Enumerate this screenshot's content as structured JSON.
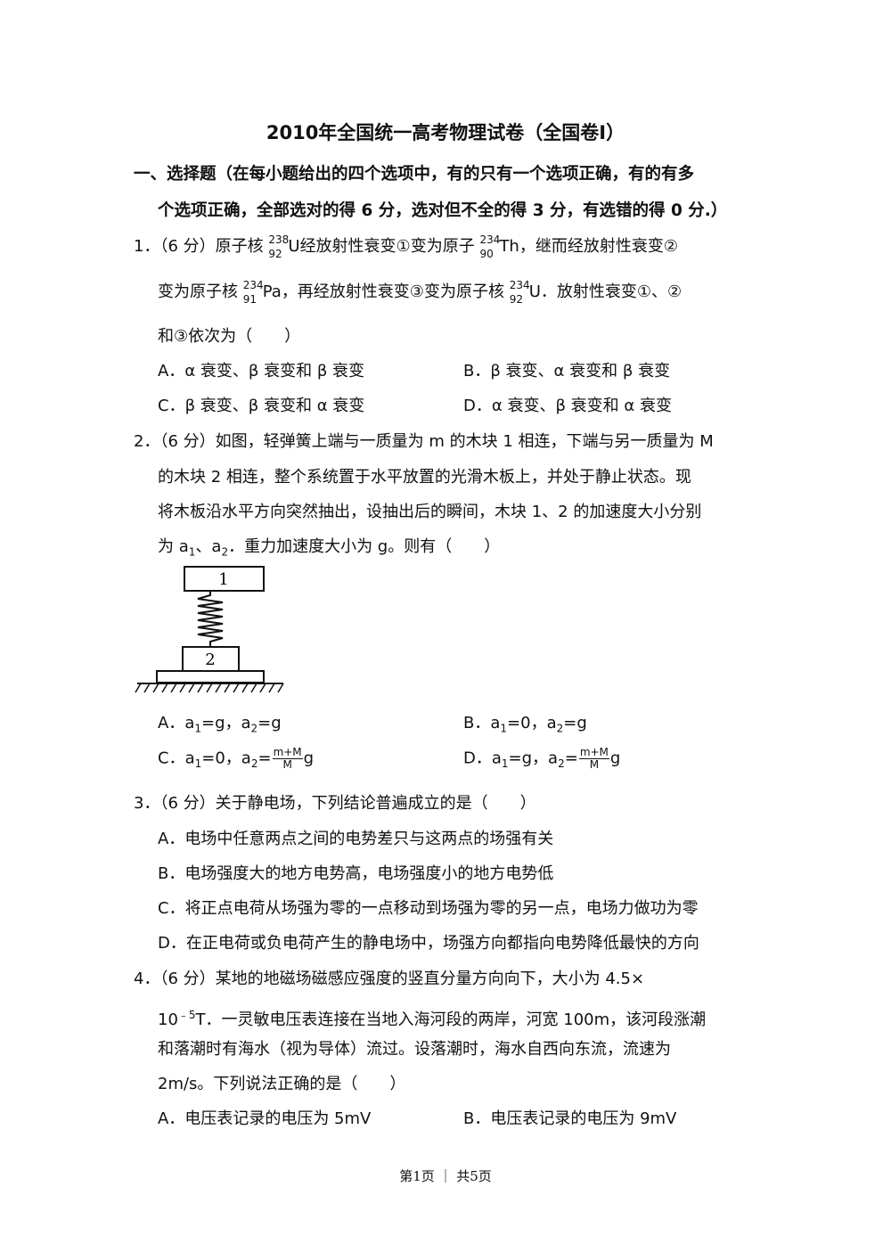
{
  "title": "2010年全国统一高考物理试卷（全国卷Ⅰ）",
  "section": {
    "line1": "一、选择题（在每小题给出的四个选项中，有的只有一个选项正确，有的有多",
    "line2": "个选项正确，全部选对的得 6 分，选对但不全的得 3 分，有选错的得 0 分.）"
  },
  "q1": {
    "num": "1．",
    "l1a": "（6 分）原子核",
    "U238": {
      "mass": "238",
      "z": "92",
      "el": "U"
    },
    "l1b": "经放射性衰变①变为原子",
    "Th234": {
      "mass": "234",
      "z": "90",
      "el": "Th"
    },
    "l1c": "，继而经放射性衰变②",
    "l2a": "变为原子核",
    "Pa234": {
      "mass": "234",
      "z": "91",
      "el": "Pa"
    },
    "l2b": "，再经放射性衰变③变为原子核",
    "U234": {
      "mass": "234",
      "z": "92",
      "el": "U"
    },
    "l2c": "．放射性衰变①、②",
    "l3": "和③依次为（　　）",
    "A": "A．α 衰变、β 衰变和 β 衰变",
    "B": "B．β 衰变、α 衰变和 β 衰变",
    "C": "C．β 衰变、β 衰变和 α 衰变",
    "D": "D．α 衰变、β 衰变和 α 衰变"
  },
  "q2": {
    "num": "2．",
    "l1": "（6 分）如图，轻弹簧上端与一质量为 m 的木块 1 相连，下端与另一质量为 M",
    "l2": "的木块 2 相连，整个系统置于水平放置的光滑木板上，并处于静止状态。现",
    "l3": "将木板沿水平方向突然抽出，设抽出后的瞬间，木块 1、2 的加速度大小分别",
    "l4a": "为 a",
    "l4b": "、a",
    "l4c": "．重力加速度大小为 g。则有（　　）",
    "sub1": "1",
    "sub2": "2",
    "fig_label1": "1",
    "fig_label2": "2",
    "A": {
      "pre": "A．a",
      "s1": "1",
      "mid": "=g，a",
      "s2": "2",
      "post": "=g"
    },
    "B": {
      "pre": "B．a",
      "s1": "1",
      "mid": "=0，a",
      "s2": "2",
      "post": "=g"
    },
    "C": {
      "pre": "C．a",
      "s1": "1",
      "mid": "=0，a",
      "s2": "2",
      "eq": "=",
      "num": "m+M",
      "den": "M",
      "post": "g"
    },
    "D": {
      "pre": "D．a",
      "s1": "1",
      "mid": "=g，a",
      "s2": "2",
      "eq": "=",
      "num": "m+M",
      "den": "M",
      "post": "g"
    }
  },
  "q3": {
    "num": "3．",
    "stem": "（6 分）关于静电场，下列结论普遍成立的是（　　）",
    "A": "A．电场中任意两点之间的电势差只与这两点的场强有关",
    "B": "B．电场强度大的地方电势高，电场强度小的地方电势低",
    "C": "C．将正点电荷从场强为零的一点移动到场强为零的另一点，电场力做功为零",
    "D": "D．在正电荷或负电荷产生的静电场中，场强方向都指向电势降低最快的方向"
  },
  "q4": {
    "num": "4．",
    "l1": "（6 分）某地的地磁场磁感应强度的竖直分量方向向下，大小为 4.5×",
    "l2a": "10",
    "l2exp": "﹣5",
    "l2b": "T．一灵敏电压表连接在当地入海河段的两岸，河宽 100m，该河段涨潮",
    "l3": "和落潮时有海水（视为导体）流过。设落潮时，海水自西向东流，流速为",
    "l4": "2m/s。下列说法正确的是（　　）",
    "A": "A．电压表记录的电压为 5mV",
    "B": "B．电压表记录的电压为 9mV"
  },
  "footer": "第1页 ｜ 共5页"
}
